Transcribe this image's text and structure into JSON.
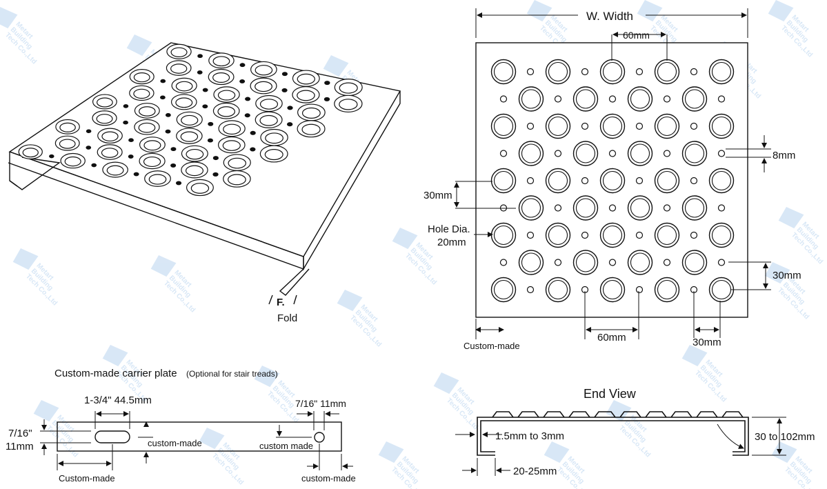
{
  "watermark": {
    "lines": [
      "Metart",
      "Building",
      "Tech Co.,Ltd"
    ],
    "color": "#b9d4ef"
  },
  "iso_view": {
    "fold_label_1": "F.",
    "fold_label_2": "Fold"
  },
  "plan_view": {
    "width_label": "W. Width",
    "top_pitch": "60mm",
    "small_hole": "8mm",
    "row_pitch_left": "30mm",
    "hole_dia_1": "Hole Dia.",
    "hole_dia_2": "20mm",
    "row_pitch_right": "30mm",
    "bottom_pitch": "60mm",
    "bottom_offset": "30mm",
    "custom_made": "Custom-made"
  },
  "carrier_plate": {
    "title": "Custom-made carrier plate",
    "title_note": "(Optional for stair treads)",
    "slot_length": "1-3/4\" 44.5mm",
    "hole_size": "7/16\" 11mm",
    "slot_height_1": "7/16\"",
    "slot_height_2": "11mm",
    "custom_made_1": "custom-made",
    "custom_made_2": "custom made",
    "custom_made_3": "Custom-made",
    "custom_made_4": "custom-made"
  },
  "end_view": {
    "title": "End View",
    "thickness": "1.5mm to 3mm",
    "height": "30 to 102mm",
    "lip": "20-25mm"
  }
}
